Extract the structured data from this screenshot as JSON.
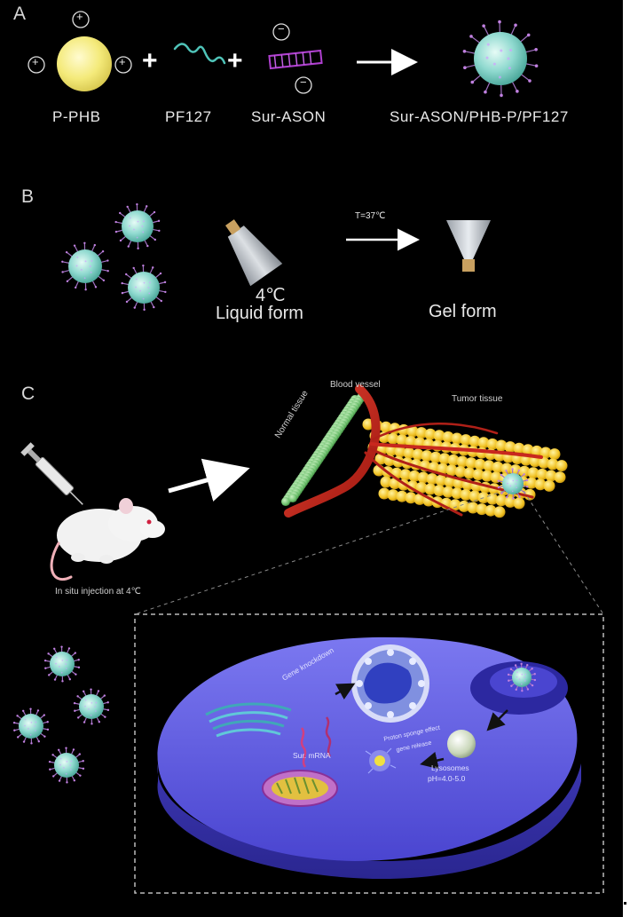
{
  "panels": {
    "a": "A",
    "b": "B",
    "c": "C"
  },
  "panel_a": {
    "charge_plus": "+",
    "charge_minus": "−",
    "plus_sign": "+",
    "label_pphb": "P-PHB",
    "label_pf127": "PF127",
    "label_surason": "Sur-ASON",
    "label_complex": "Sur-ASON/PHB-P/PF127"
  },
  "panel_b": {
    "temp_low": "4℃",
    "liquid_form": "Liquid form",
    "arrow_label": "T=37℃",
    "gel_form": "Gel form"
  },
  "panel_c": {
    "blood_vessel": "Blood vessel",
    "tumor_tissue": "Tumor tissue",
    "normal_tissue": "Normal tissue",
    "injection": "In situ injection at 4℃",
    "gene_knockdown": "Gene knockdown",
    "sur_mrna": "Sur. mRNA",
    "proton_sponge": "Proton sponge effect",
    "gene_release": "gene release",
    "lysosomes": "Lysosomes",
    "ph": "pH=4.0-5.0"
  },
  "colors": {
    "background": "#000000",
    "nanoparticle": "#8fd9cf",
    "core": "#f4ea7a",
    "cell": "#5a55e0",
    "tumor": "#f0c020",
    "normal": "#6cbf6c",
    "vessel": "#c8281e"
  }
}
